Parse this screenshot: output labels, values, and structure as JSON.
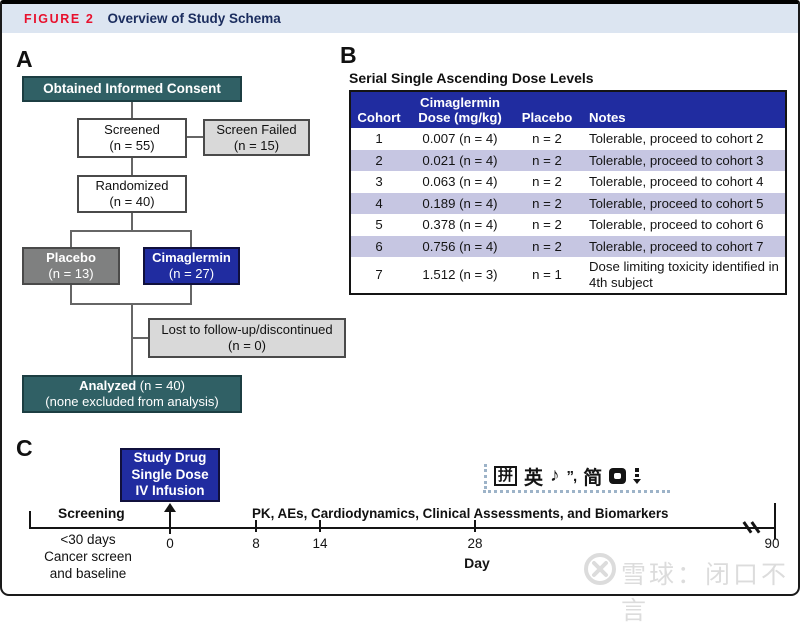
{
  "figure_header": {
    "label": "FIGURE 2",
    "title": "Overview of Study Schema"
  },
  "panel_a": {
    "label": "A",
    "consent": "Obtained Informed Consent",
    "screened": {
      "line1": "Screened",
      "line2": "(n = 55)"
    },
    "screen_failed": {
      "line1": "Screen Failed",
      "line2": "(n = 15)"
    },
    "randomized": {
      "line1": "Randomized",
      "line2": "(n = 40)"
    },
    "placebo": {
      "line1": "Placebo",
      "line2": "(n = 13)"
    },
    "cimaglermin": {
      "line1": "Cimaglermin",
      "line2": "(n = 27)"
    },
    "lost": {
      "line1": "Lost to follow-up/discontinued",
      "line2": "(n = 0)"
    },
    "analyzed": {
      "bold": "Analyzed",
      "rest": " (n = 40)",
      "line2": "(none excluded from analysis)"
    }
  },
  "panel_b": {
    "label": "B",
    "title": "Serial Single Ascending Dose Levels",
    "table": {
      "headers": {
        "cohort": "Cohort",
        "dose_line1": "Cimaglermin",
        "dose_line2": "Dose (mg/kg)",
        "placebo": "Placebo",
        "notes": "Notes"
      },
      "rows": [
        {
          "cohort": "1",
          "dose": "0.007 (n = 4)",
          "placebo": "n = 2",
          "notes": "Tolerable, proceed to cohort 2"
        },
        {
          "cohort": "2",
          "dose": "0.021 (n = 4)",
          "placebo": "n = 2",
          "notes": "Tolerable, proceed to cohort 3"
        },
        {
          "cohort": "3",
          "dose": "0.063 (n = 4)",
          "placebo": "n = 2",
          "notes": "Tolerable, proceed to cohort 4"
        },
        {
          "cohort": "4",
          "dose": "0.189 (n = 4)",
          "placebo": "n = 2",
          "notes": "Tolerable, proceed to cohort 5"
        },
        {
          "cohort": "5",
          "dose": "0.378 (n = 4)",
          "placebo": "n = 2",
          "notes": "Tolerable, proceed to cohort 6"
        },
        {
          "cohort": "6",
          "dose": "0.756 (n = 4)",
          "placebo": "n = 2",
          "notes": "Tolerable, proceed to cohort 7"
        },
        {
          "cohort": "7",
          "dose": "1.512 (n = 3)",
          "placebo": "n = 1",
          "notes": "Dose limiting toxicity identified in 4th subject"
        }
      ]
    }
  },
  "panel_c": {
    "label": "C",
    "infusion_box": {
      "line1": "Study Drug",
      "line2": "Single Dose",
      "line3": "IV Infusion"
    },
    "screening_label": "Screening",
    "pk_label": "PK, AEs, Cardiodynamics, Clinical Assessments, and Biomarkers",
    "screening_sub": {
      "line1": "<30 days",
      "line2": "Cancer screen",
      "line3": "and baseline"
    },
    "axis_label": "Day",
    "ticks": [
      "0",
      "8",
      "14",
      "28",
      "90"
    ]
  },
  "ime_bar": {
    "pinyin_mode": "拼",
    "english_mode": "英",
    "voice": "♪",
    "punctuation": "”,",
    "simplified": "简"
  },
  "watermark": {
    "text": "雪球：闭口不言"
  },
  "colors": {
    "teal": "#306065",
    "royal_blue": "#202ca0",
    "lavender_row": "#c6c6e2",
    "header_band": "#dce5f1",
    "figure_red": "#e8112d",
    "navy_title": "#1b2d5e",
    "placebo_gray": "#7f8080",
    "light_gray_box": "#d9d9d9"
  }
}
